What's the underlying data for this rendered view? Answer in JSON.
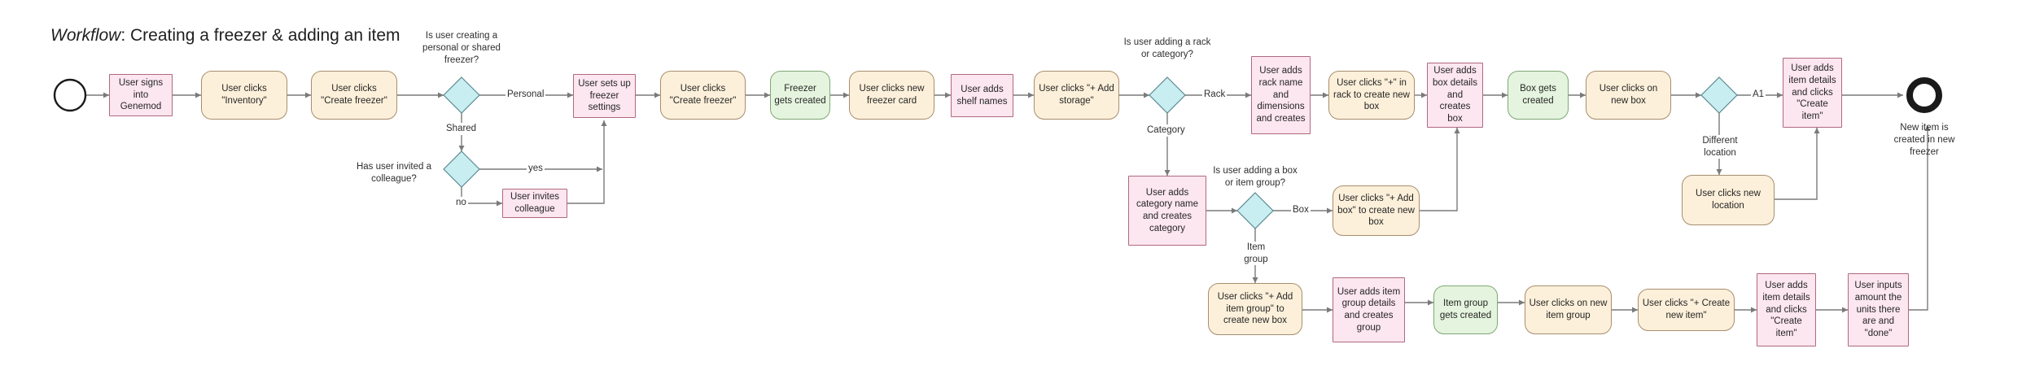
{
  "title": {
    "italic": "Workflow",
    "rest": ": Creating a freezer & adding an item"
  },
  "steps": {
    "s1": "User signs into Genemod",
    "s2": "User clicks \"Inventory\"",
    "s3": "User clicks \"Create freezer\"",
    "s4": "User sets up freezer settings",
    "s5": "User clicks \"Create freezer\"",
    "s6": "Freezer gets created",
    "s7": "User clicks new freezer card",
    "s8": "User adds shelf names",
    "s9": "User clicks \"+ Add storage\"",
    "s10": "User adds rack name and dimensions and creates",
    "s11": "User clicks \"+\" in rack to create new box",
    "s12": "User adds box details and creates box",
    "s13": "Box gets created",
    "s14": "User clicks on new box",
    "s15": "User adds item details and clicks \"Create item\"",
    "s16": "User invites colleague",
    "s17": "User clicks new location",
    "s18": "User adds category name and creates category",
    "s19": "User clicks \"+ Add box\" to create new box",
    "s20": "User clicks \"+ Add item group\" to create new box",
    "s21": "User adds item group details and creates group",
    "s22": "Item group gets created",
    "s23": "User clicks on new item group",
    "s24": "User clicks \"+ Create new item\"",
    "s25": "User adds item details and clicks \"Create item\"",
    "s26": "User inputs amount the units there are and \"done\""
  },
  "questions": {
    "q1": "Is user creating a personal or shared freezer?",
    "q2": "Has user invited a colleague?",
    "q3": "Is user adding a rack or category?",
    "q4": "Is user adding a box or item group?"
  },
  "edges": {
    "personal": "Personal",
    "shared": "Shared",
    "yes": "yes",
    "no": "no",
    "rack": "Rack",
    "category": "Category",
    "box": "Box",
    "item_group": "Item group",
    "a1": "A1",
    "different_location": "Different location"
  },
  "end_label": "New item is created in new freezer",
  "colors": {
    "pink_fill": "#fce6ef",
    "cream_fill": "#fdf0da",
    "green_fill": "#e5f4de",
    "decision_fill": "#c9eef2",
    "line": "#7a7a7a"
  }
}
